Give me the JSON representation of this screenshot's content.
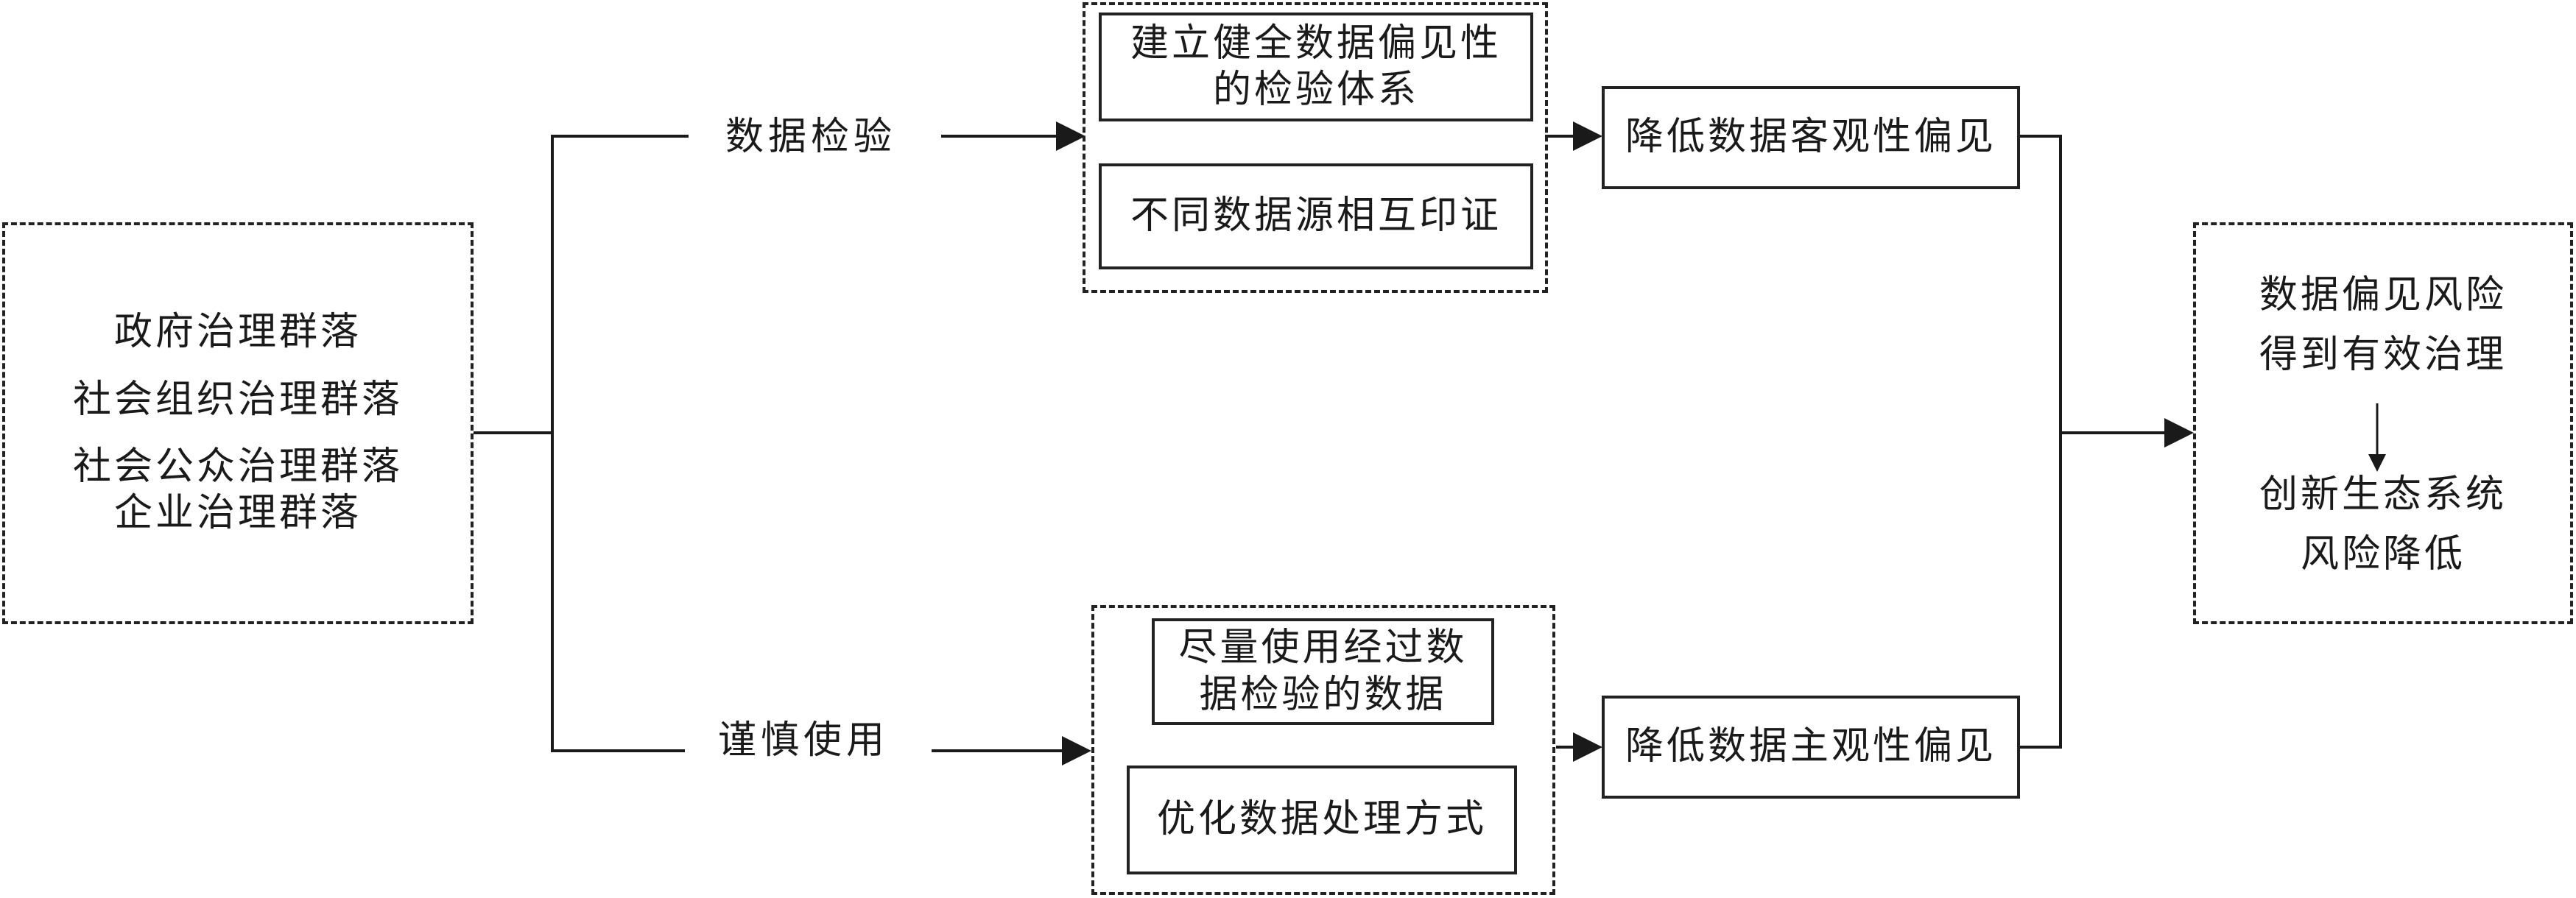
{
  "stakeholders": {
    "lines": [
      "政府治理群落",
      "社会组织治理群落",
      "社会公众治理群落",
      "企业治理群落"
    ]
  },
  "branches": {
    "top_label": "数据检验",
    "bottom_label": "谨慎使用"
  },
  "top_group": {
    "item1_lines": [
      "建立健全数据偏见性",
      "的检验体系"
    ],
    "item2": "不同数据源相互印证"
  },
  "bottom_group": {
    "item1_lines": [
      "尽量使用经过数",
      "据检验的数据"
    ],
    "item2": "优化数据处理方式"
  },
  "results": {
    "top": "降低数据客观性偏见",
    "bottom": "降低数据主观性偏见"
  },
  "outcome": {
    "line1": [
      "数据偏见风险",
      "得到有效治理"
    ],
    "line2": [
      "创新生态系统",
      "风险降低"
    ]
  }
}
